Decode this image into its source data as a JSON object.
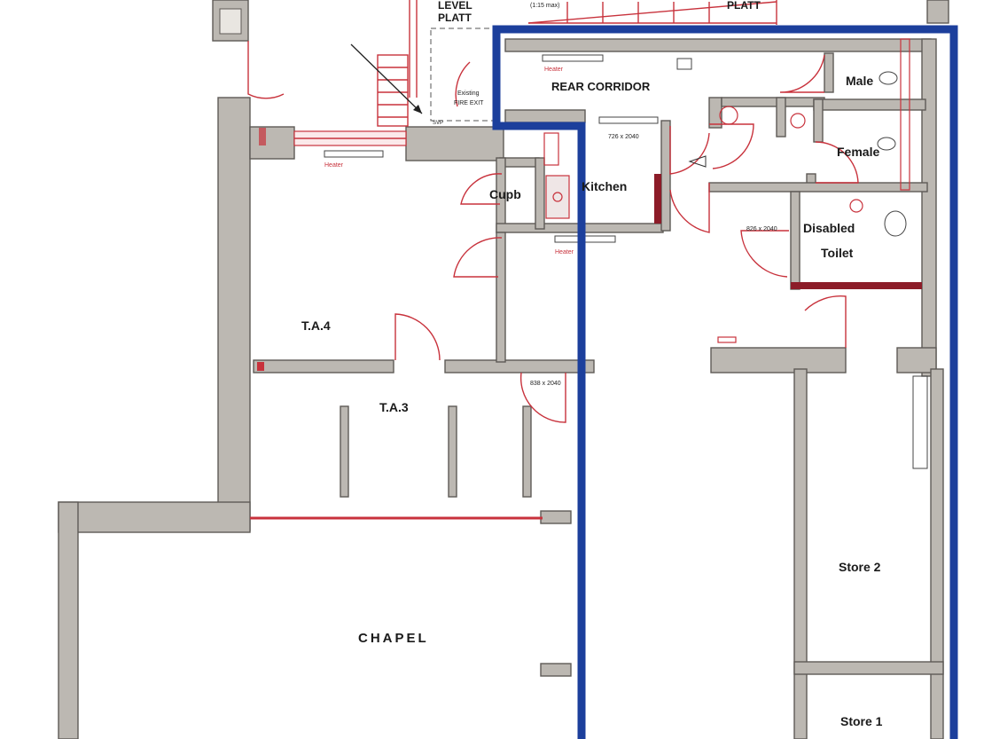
{
  "rooms": {
    "level_platt": [
      "LEVEL",
      "PLATT"
    ],
    "platt": "PLATT",
    "rear_corridor": "REAR CORRIDOR",
    "male": "Male",
    "female": "Female",
    "cupb": "Cupb",
    "kitchen": "Kitchen",
    "disabled_toilet": [
      "Disabled",
      "Toilet"
    ],
    "ta4": "T.A.4",
    "ta3": "T.A.3",
    "chapel": "CHAPEL",
    "store2": "Store 2",
    "store1": "Store 1"
  },
  "annotations": {
    "existing_fire_exit": [
      "Existing",
      "FIRE EXIT"
    ],
    "heater": "Heater",
    "door_726": "726 x 2040",
    "door_826": "826 x 2040",
    "door_838": "838 x 2040",
    "ramp_ratio": "(1:15 max)",
    "svp": "SVP"
  },
  "colors": {
    "wall": "#bcb8b2",
    "proposed": "#c8323c",
    "boundary": "#1c3f9c"
  }
}
